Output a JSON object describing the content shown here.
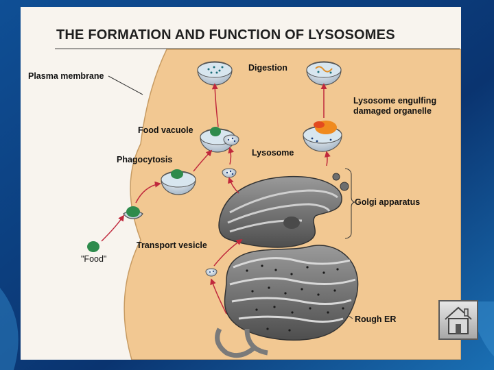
{
  "title": "THE FORMATION AND FUNCTION OF LYSOSOMES",
  "labels": {
    "plasma_membrane": "Plasma membrane",
    "digestion": "Digestion",
    "lysosome_engulfing": "Lysosome engulfing damaged organelle",
    "food_vacuole": "Food vacuole",
    "lysosome": "Lysosome",
    "phagocytosis": "Phagocytosis",
    "golgi_apparatus": "Golgi apparatus",
    "food": "\"Food\"",
    "transport_vesicle": "Transport vesicle",
    "rough_er": "Rough ER"
  },
  "home_button": {
    "icon": "home-icon"
  },
  "colors": {
    "slide_background": "#0b3b7a",
    "cell_fill": "#f2c892",
    "food": "#2e8b4c",
    "arrow": "#c0283c",
    "organelle_gray": "#6e6e6e"
  }
}
